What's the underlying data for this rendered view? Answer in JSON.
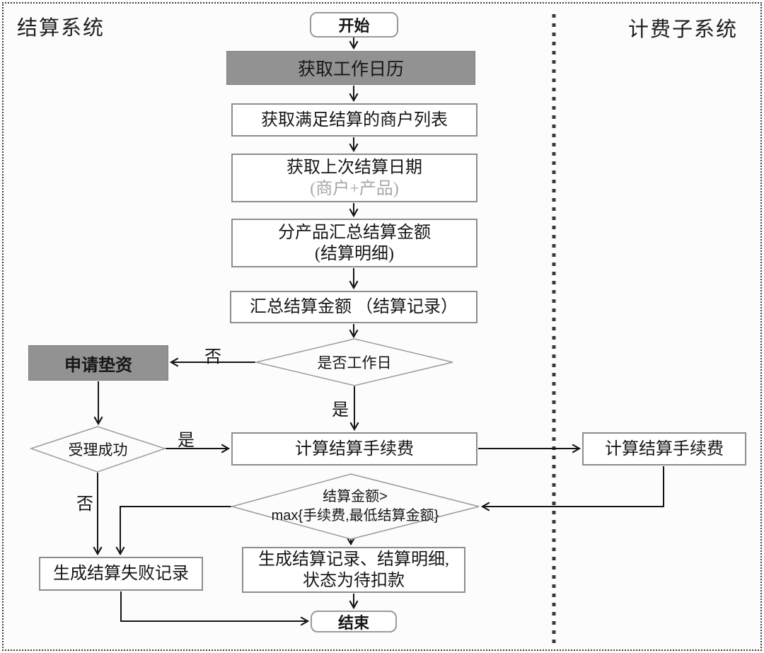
{
  "diagram_type": "flowchart-swimlane",
  "lanes": {
    "settlement": "结算系统",
    "billing": "计费子系统"
  },
  "nodes": {
    "start": {
      "label": "开始",
      "shape": "terminator"
    },
    "get_calendar": {
      "label": "获取工作日历",
      "shape": "process-filled"
    },
    "get_merchants": {
      "label": "获取满足结算的商户列表",
      "shape": "process"
    },
    "get_last_date": {
      "label": "获取上次结算日期",
      "sublabel": "(商户+产品)",
      "shape": "process"
    },
    "sum_by_product": {
      "label": "分产品汇总结算金额",
      "sublabel": "(结算明细)",
      "shape": "process"
    },
    "sum_total": {
      "label": "汇总结算金额 （结算记录）",
      "shape": "process"
    },
    "is_workday": {
      "label": "是否工作日",
      "shape": "decision"
    },
    "apply_advance": {
      "label": "申请垫资",
      "shape": "process-filled"
    },
    "accept_success": {
      "label": "受理成功",
      "shape": "decision"
    },
    "calc_fee": {
      "label": "计算结算手续费",
      "shape": "process",
      "lane": "settlement"
    },
    "calc_fee_billing": {
      "label": "计算结算手续费",
      "shape": "process",
      "lane": "billing"
    },
    "amount_check": {
      "line1": "结算金额>",
      "line2": "max{手续费,最低结算金额}",
      "shape": "decision"
    },
    "gen_fail": {
      "label": "生成结算失败记录",
      "shape": "process"
    },
    "gen_records": {
      "line1": "生成结算记录、结算明细,",
      "line2": "状态为待扣款",
      "shape": "process"
    },
    "end": {
      "label": "结束",
      "shape": "terminator"
    }
  },
  "edge_labels": {
    "workday_no": "否",
    "workday_yes": "是",
    "accept_yes": "是",
    "accept_no": "否"
  },
  "colors": {
    "filled_node_bg": "#929292",
    "node_border": "#8d8d8d",
    "decision_border": "#9b9b9b",
    "connector_line": "#141414",
    "lane_separator": "#3a3a3a",
    "dim_text": "#a8a8a8",
    "background": "#fcfcfc"
  }
}
